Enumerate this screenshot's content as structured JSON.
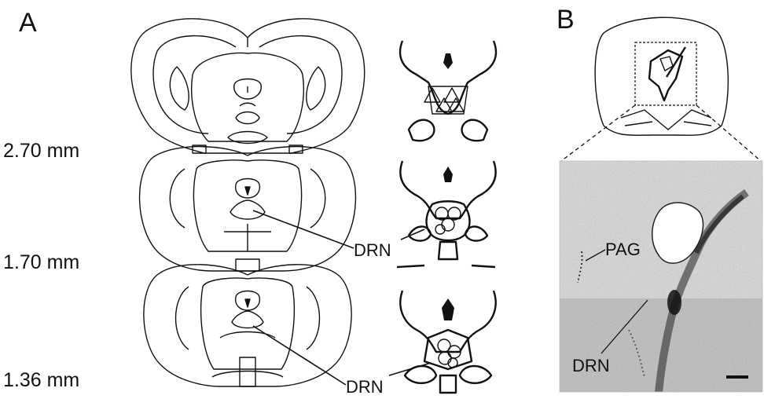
{
  "panels": {
    "a": "A",
    "b": "B"
  },
  "levels": [
    "2.70 mm",
    "1.70 mm",
    "1.36 mm"
  ],
  "annotations": {
    "drn_mid": "DRN",
    "drn_low": "DRN",
    "photo_pag": "PAG",
    "photo_drn": "DRN"
  }
}
